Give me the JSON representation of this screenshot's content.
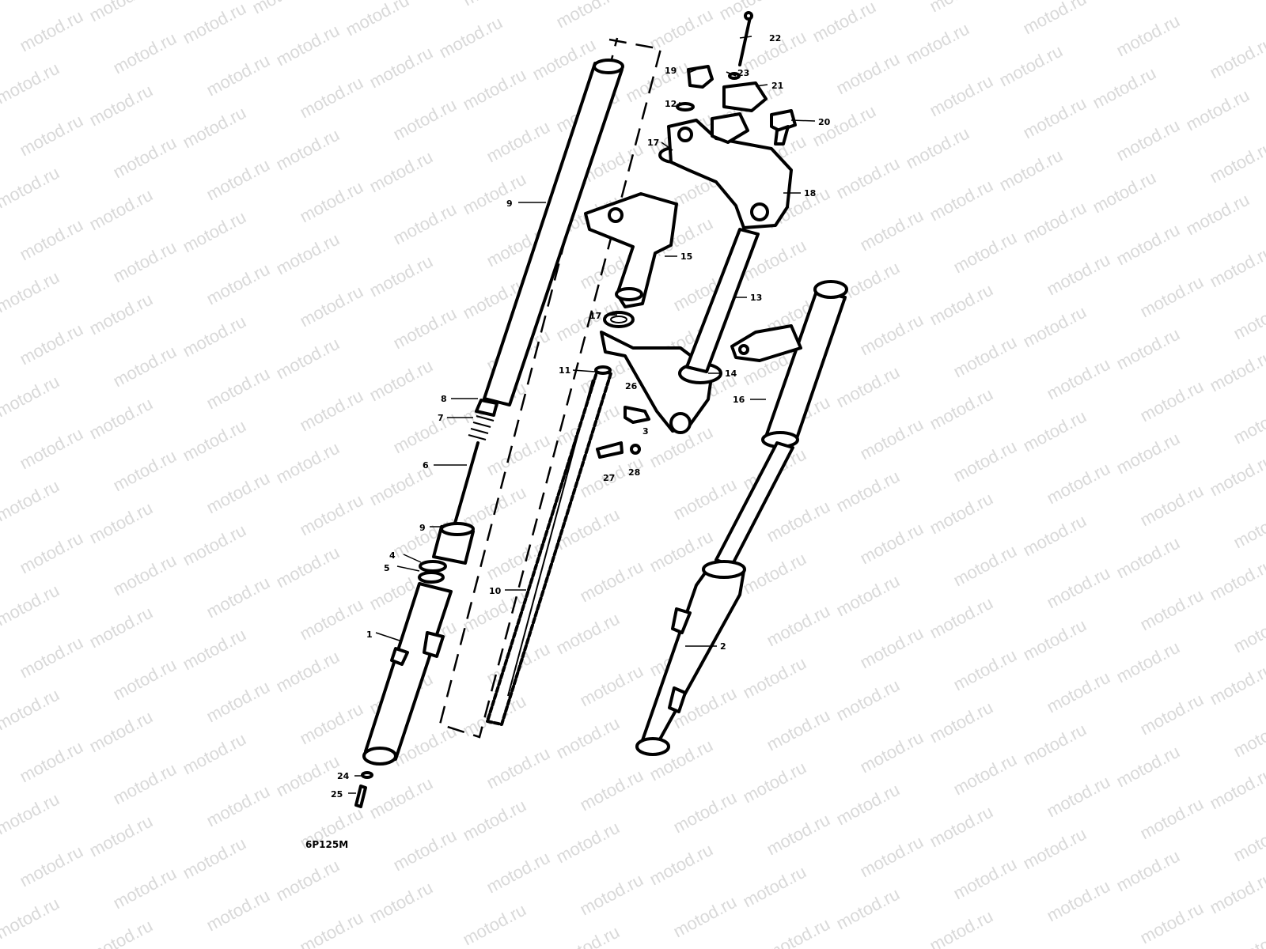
{
  "watermark": {
    "text": "motod.ru"
  },
  "diagram": {
    "code": "6P125M",
    "callouts": {
      "c1": "1",
      "c2": "2",
      "c3": "3",
      "c4": "4",
      "c5": "5",
      "c6": "6",
      "c7": "7",
      "c8": "8",
      "c9": "9",
      "c9b": "9",
      "c10": "10",
      "c11": "11",
      "c12": "12",
      "c13": "13",
      "c14": "14",
      "c15": "15",
      "c16": "16",
      "c17a": "17",
      "c17b": "17",
      "c18": "18",
      "c19": "19",
      "c20": "20",
      "c21": "21",
      "c22": "22",
      "c23": "23",
      "c24": "24",
      "c25": "25",
      "c26": "26",
      "c27": "27",
      "c28": "28"
    }
  }
}
